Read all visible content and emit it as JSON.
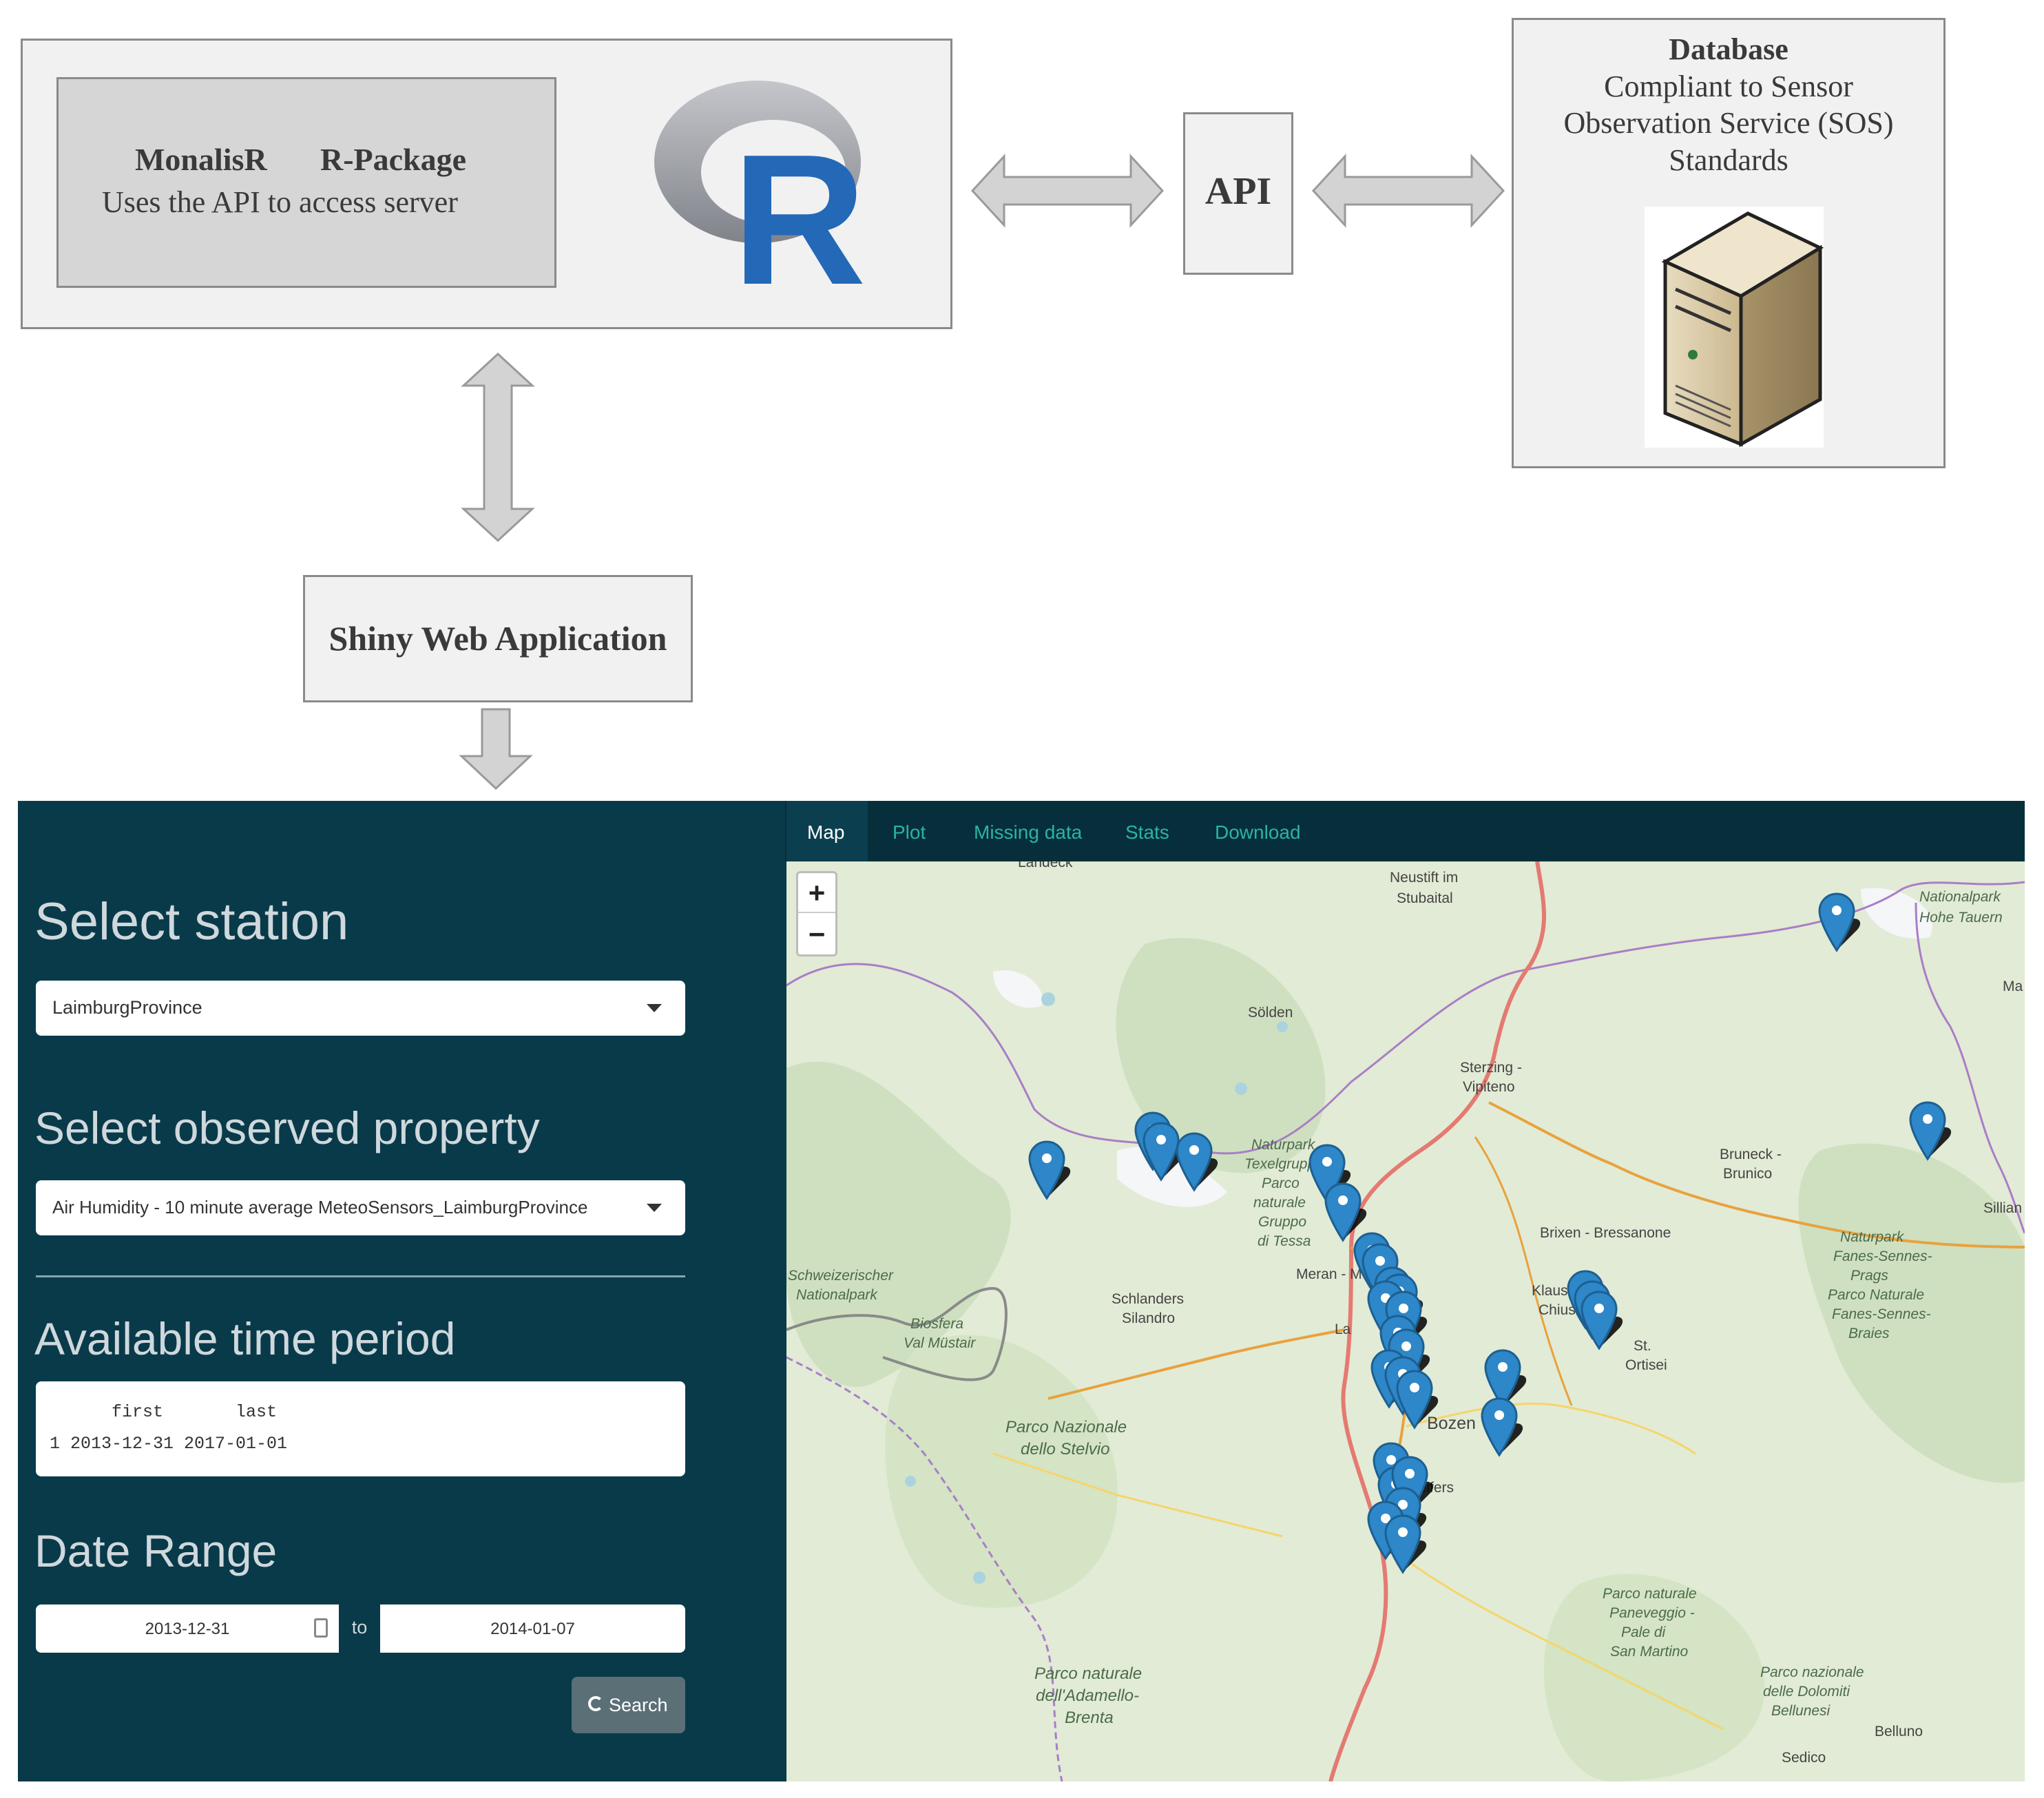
{
  "rpackage": {
    "name": "MonalisR",
    "type": "R-Package",
    "description": "Uses the API to access server",
    "logo_letter": "R"
  },
  "api": {
    "label": "API"
  },
  "database": {
    "title": "Database",
    "line1": "Compliant to Sensor",
    "line2": "Observation Service (SOS)",
    "line3": "Standards"
  },
  "shiny": {
    "label": "Shiny Web Application"
  },
  "app": {
    "tabs": [
      "Map",
      "Plot",
      "Missing data",
      "Stats",
      "Download"
    ],
    "select_station_label": "Select station",
    "station_value": "LaimburgProvince",
    "select_property_label": "Select observed property",
    "property_value": "Air Humidity - 10 minute average MeteoSensors_LaimburgProvince",
    "time_period_label": "Available time period",
    "time_period_header": "      first       last",
    "time_period_row": "1 2013-12-31 2017-01-01",
    "date_range_label": "Date Range",
    "date_from": "2013-12-31",
    "date_sep": "to",
    "date_to": "2014-01-07",
    "search_label": "Search",
    "zoom_in": "+",
    "zoom_out": "−"
  },
  "map": {
    "labels": {
      "landeck": "Landeck",
      "neustift": "Neustift im",
      "stubaital": "Stubaital",
      "nationalpark": "Nationalpark",
      "hohe_tauern": "Hohe Tauern",
      "ma": "Ma",
      "solden": "Sölden",
      "sterzing": "Sterzing -",
      "vipiteno": "Vipiteno",
      "naturpark": "Naturpark",
      "texelgruppe": "Texelgruppe",
      "parco": "Parco",
      "naturale": "naturale",
      "gruppo": "Gruppo",
      "di_tessa": "di Tessa",
      "bruneck": "Bruneck -",
      "brunico": "Brunico",
      "sillian": "Sillian",
      "brixen": "Brixen - Bressanone",
      "schweiz": "Schweizerischer",
      "nationalpark2": "Nationalpark",
      "meran": "Meran - Merano",
      "naturpark_fanes": "Naturpark",
      "fanes_sennes": "Fanes-Sennes-",
      "prags": "Prags",
      "parco_naturale_f": "Parco Naturale",
      "fanes_sennes_b": "Fanes-Sennes-",
      "braies": "Braies",
      "klausen": "Klausen -",
      "chiusa": "Chiusa",
      "st": "St.",
      "ortisei": "Ortisei",
      "schlanders": "Schlanders",
      "silandro": "Silandro",
      "biosfera": "Biosfera",
      "val_mustair": "Val Müstair",
      "la": "La",
      "bozen": "Bozen",
      "parco_nazionale": "Parco Nazionale",
      "dello_stelvio": "dello Stelvio",
      "leifers": "Leifers",
      "parco_paneveggio": "Parco naturale",
      "paneveggio": "Paneveggio -",
      "pale_di": "Pale di",
      "san_martino": "San Martino",
      "parco_adamello": "Parco naturale",
      "dell_adamello": "dell'Adamello-",
      "brenta": "Brenta",
      "parco_dolomiti": "Parco nazionale",
      "delle_dolomiti": "delle Dolomiti",
      "bellunesi": "Bellunesi",
      "belluno": "Belluno",
      "sedico": "Sedico"
    }
  }
}
